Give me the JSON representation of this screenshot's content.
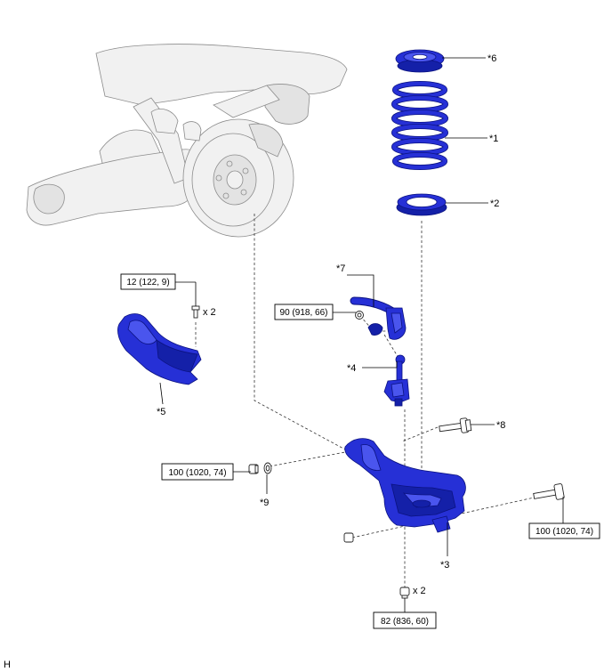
{
  "callouts": {
    "part_6": "*6",
    "part_1": "*1",
    "part_2": "*2",
    "part_7": "*7",
    "part_4": "*4",
    "part_5": "*5",
    "part_8": "*8",
    "part_9": "*9",
    "part_3": "*3"
  },
  "torque_specs": {
    "shield_bolt": "12 (122, 9)",
    "stabilizer_nut": "90 (918, 66)",
    "arm_nut_left": "100 (1020, 74)",
    "arm_bolt_right": "100 (1020, 74)",
    "bottom_nut": "82 (836, 60)"
  },
  "quantities": {
    "shield_bolt_qty": "x 2",
    "bottom_nut_qty": "x 2"
  },
  "footer": {
    "corner_code": "H"
  },
  "colors": {
    "part_highlight": "#2630d6",
    "assembly_gray": "#f1f1f1"
  }
}
